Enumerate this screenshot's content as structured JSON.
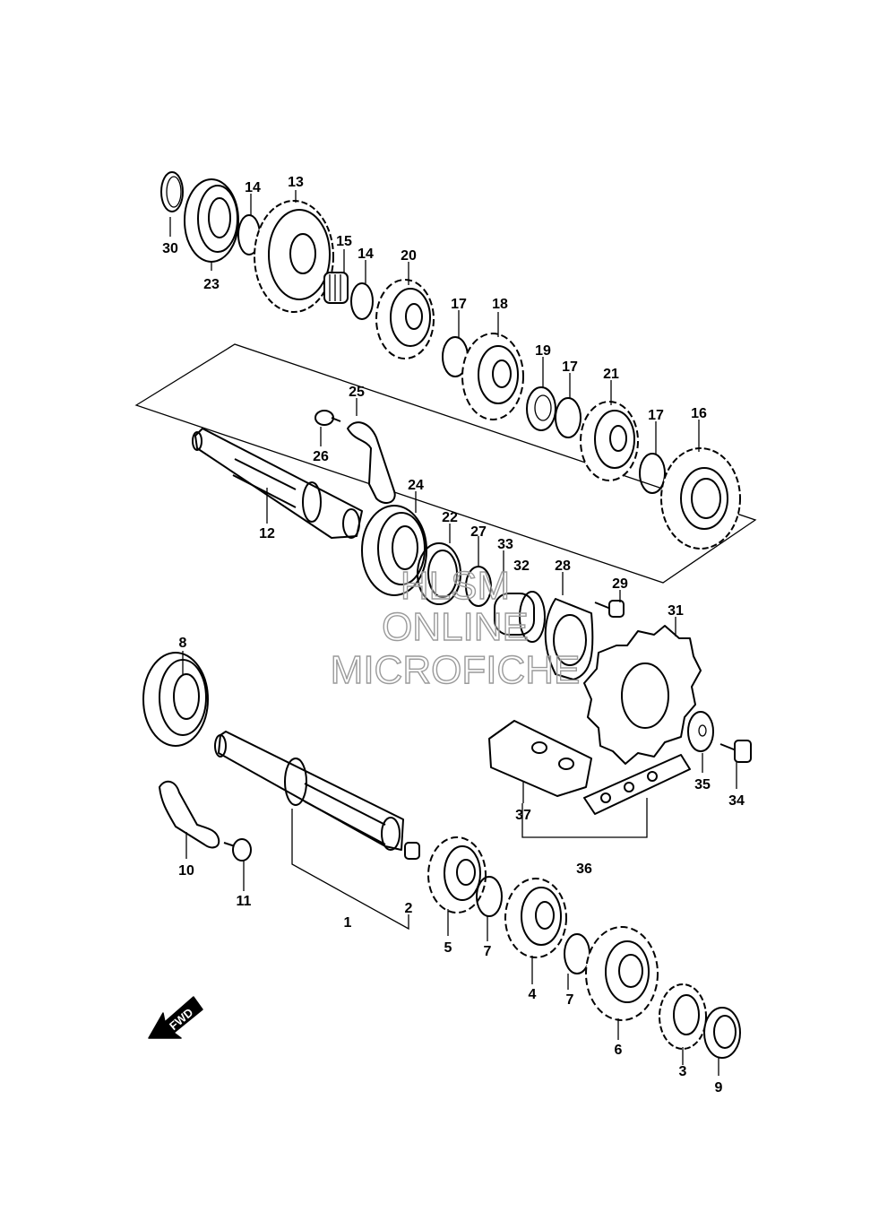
{
  "labels": [
    "1",
    "2",
    "3",
    "4",
    "5",
    "6",
    "7",
    "8",
    "9",
    "10",
    "11",
    "12",
    "13",
    "14",
    "15",
    "16",
    "17",
    "18",
    "19",
    "20",
    "21",
    "22",
    "23",
    "24",
    "25",
    "26",
    "27",
    "28",
    "29",
    "30",
    "31",
    "32",
    "33",
    "34",
    "35",
    "36",
    "37"
  ],
  "watermark": {
    "line1": "HLSM",
    "line2": "ONLINE",
    "line3": "MICROFICHE"
  },
  "fwd_label": "FWD"
}
